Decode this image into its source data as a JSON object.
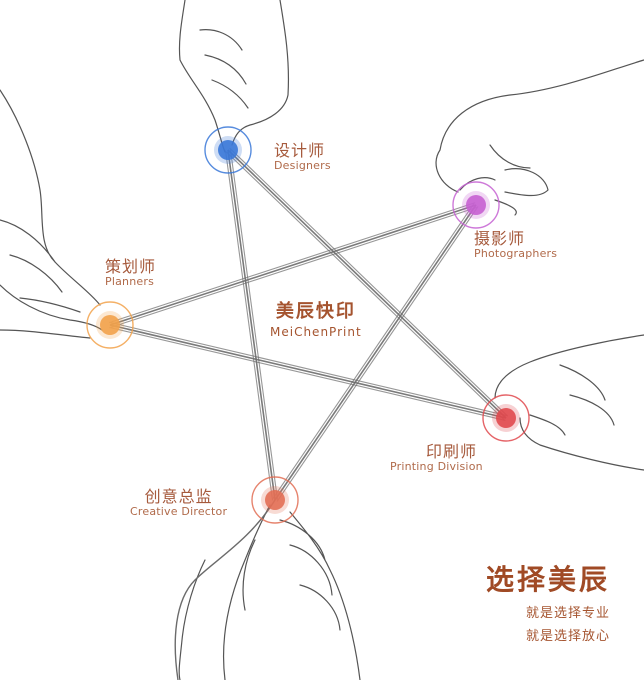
{
  "center": {
    "zh": "美辰快印",
    "en": "MeiChenPrint"
  },
  "nodes": [
    {
      "zh": "设计师",
      "en": "Designers",
      "color": "#3a78d8"
    },
    {
      "zh": "摄影师",
      "en": "Photographers",
      "color": "#c661d2"
    },
    {
      "zh": "印刷师",
      "en": "Printing Division",
      "color": "#e0494e"
    },
    {
      "zh": "创意总监",
      "en": "Creative Director",
      "color": "#e26f55"
    },
    {
      "zh": "策划师",
      "en": "Planners",
      "color": "#f2a24b"
    }
  ],
  "slogan": {
    "title": "选择美辰",
    "line1": "就是选择专业",
    "line2": "就是选择放心"
  },
  "colors": {
    "text": "#a5542f",
    "string": "#6b6b6b",
    "sketch": "#555555"
  }
}
